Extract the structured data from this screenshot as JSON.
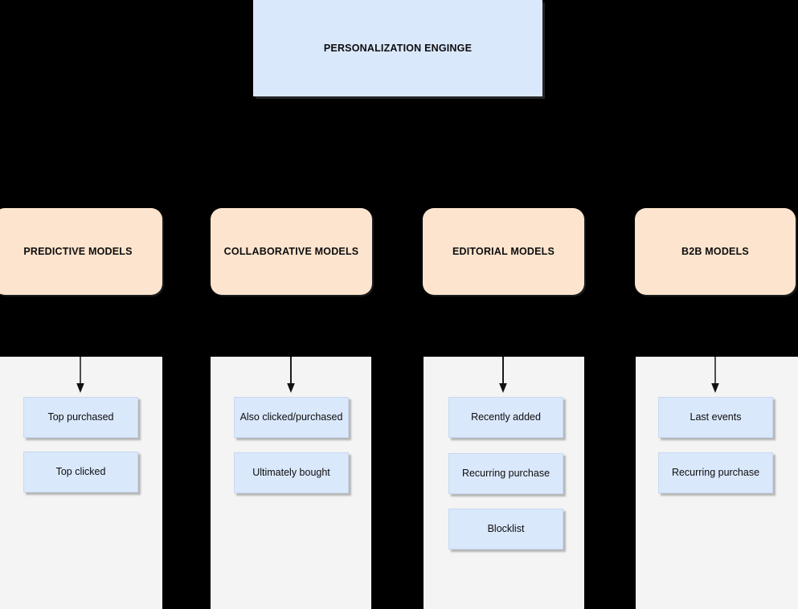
{
  "diagram": {
    "title": "Personalization Engine model taxonomy",
    "background_color": "#000000",
    "panel_color": "#F4F4F4",
    "engine_color": "#DAE8FC",
    "model_color": "#FCE4CE",
    "item_color": "#DAE8FC"
  },
  "engine": {
    "label": "PERSONALIZATION ENGINGE"
  },
  "columns": [
    {
      "model_label": "PREDICTIVE MODELS",
      "arrow_name": "arrow-predictive",
      "items": [
        {
          "label": "Top purchased"
        },
        {
          "label": "Top clicked"
        }
      ]
    },
    {
      "model_label": "COLLABORATIVE MODELS",
      "arrow_name": "arrow-collaborative",
      "items": [
        {
          "label": "Also clicked/purchased"
        },
        {
          "label": "Ultimately bought"
        }
      ]
    },
    {
      "model_label": "EDITORIAL MODELS",
      "arrow_name": "arrow-editorial",
      "items": [
        {
          "label": "Recently added"
        },
        {
          "label": "Recurring purchase"
        },
        {
          "label": "Blocklist"
        }
      ]
    },
    {
      "model_label": "B2B MODELS",
      "arrow_name": "arrow-b2b",
      "items": [
        {
          "label": "Last events"
        },
        {
          "label": "Recurring purchase"
        }
      ]
    }
  ]
}
